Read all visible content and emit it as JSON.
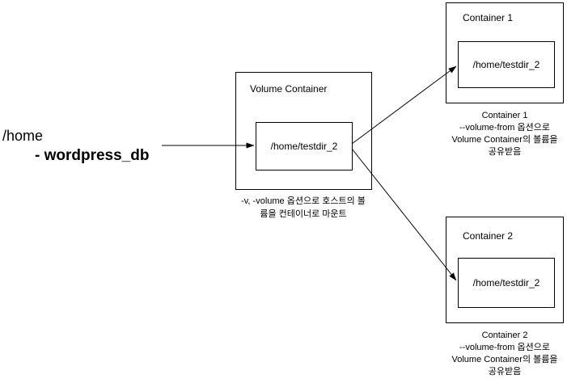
{
  "host": {
    "path": "/home",
    "volume_entry": "- wordpress_db"
  },
  "volume_container": {
    "title": "Volume Container",
    "volume_path": "/home/testdir_2",
    "caption": [
      "-v, -volume 옵션으로 호스트의 볼",
      "륨을 컨테이너로 마운트"
    ]
  },
  "container1": {
    "title": "Container 1",
    "volume_path": "/home/testdir_2",
    "caption": [
      "Container 1",
      "--volume-from 옵션으로",
      "Volume Container의 볼륨을",
      "공유받음"
    ]
  },
  "container2": {
    "title": "Container 2",
    "volume_path": "/home/testdir_2",
    "caption": [
      "Container 2",
      "--volume-from 옵션으로",
      "Volume Container의 볼륨을",
      "공유받음"
    ]
  },
  "colors": {
    "background": "#ffffff",
    "line": "#000000",
    "text": "#000000"
  }
}
